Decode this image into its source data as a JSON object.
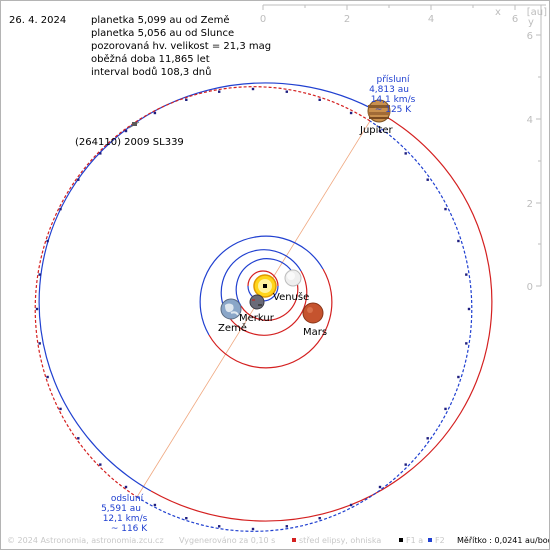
{
  "date": "26. 4. 2024",
  "info": [
    "planetka 5,099 au od Země",
    "planetka 5,056 au od Slunce",
    "pozorovaná hv. velikost = 21,3 mag",
    "oběžná doba 11,865 let",
    "interval bodů 108,3 dnů"
  ],
  "object_name": "(264110) 2009 SL339",
  "axis": {
    "unit": "[au]",
    "x_label": "x",
    "y_label": "y",
    "top_ticks": [
      "0",
      "2",
      "4",
      "6"
    ],
    "right_ticks": [
      "6",
      "4",
      "2",
      "0"
    ]
  },
  "perihelion": {
    "title": "přísluní",
    "distance": "4,813 au",
    "speed": "14,1 km/s",
    "temperature": "~ 125 K"
  },
  "aphelion": {
    "title": "odsluní",
    "distance": "5,591 au",
    "speed": "12,1 km/s",
    "temperature": "~ 116 K"
  },
  "planets": {
    "jupiter": "Jupiter",
    "venus": "Venuše",
    "mercury": "Merkur",
    "earth": "Země",
    "mars": "Mars"
  },
  "footer": {
    "copyright": "© 2024 Astronomia, astronomia.zcu.cz",
    "generated": "Vygenerováno za 0,10 s",
    "legend_center": "střed elipsy, ohniska",
    "legend_f1": "F1 a",
    "legend_f2": "F2",
    "scale": "Měřítko : 0,0241 au/bod"
  },
  "colors": {
    "orbit_red": "#d42020",
    "orbit_blue": "#2040d0",
    "axis": "#bdbdbd"
  }
}
